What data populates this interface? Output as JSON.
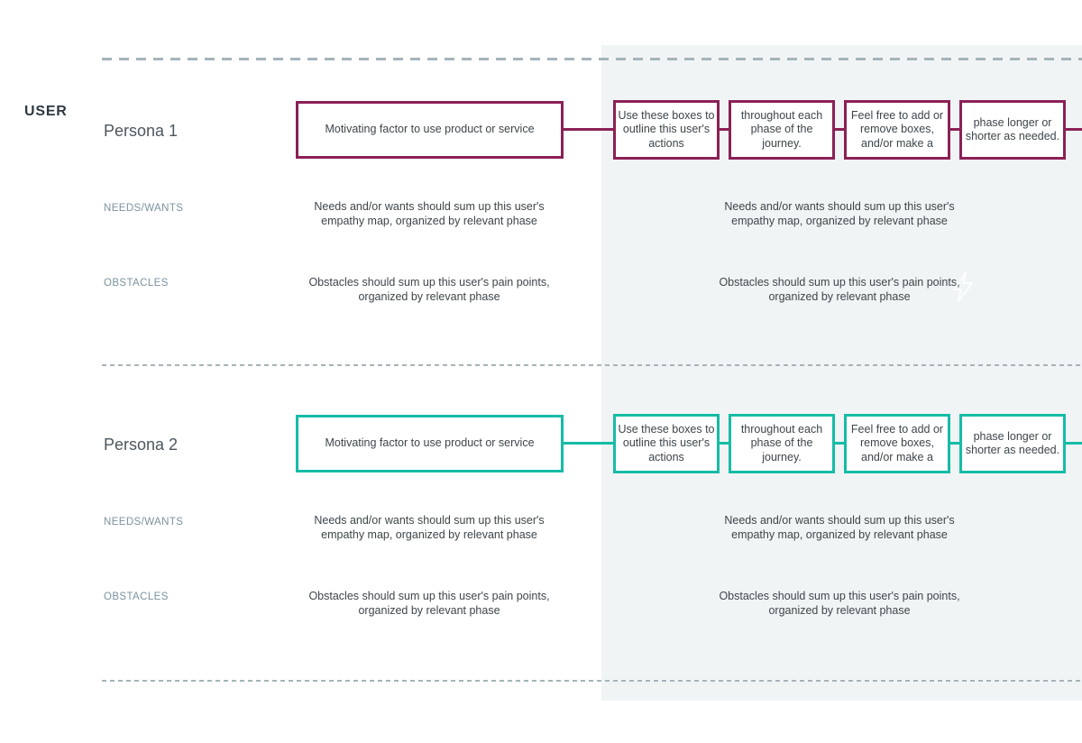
{
  "colors": {
    "shaded_column_bg": "#f1f4f5",
    "dashed_line": "#a5b4bb",
    "body_text": "#3d454b",
    "row_label_text": "#7b929f",
    "persona1_accent": "#8b2156",
    "persona2_accent": "#16bca6"
  },
  "header": {
    "user_label": "USER"
  },
  "icons": {
    "lightning": "lightning-bolt-cursor"
  },
  "personas": [
    {
      "name": "Persona 1",
      "accent": "#8b2156",
      "motivating_box": "Motivating factor to use product or service",
      "action_boxes": [
        "Use these boxes to outline this user's actions",
        "throughout each phase of the journey.",
        "Feel free to add or remove boxes, and/or make a",
        "phase longer or shorter as needed."
      ],
      "needs_label": "NEEDS/WANTS",
      "needs_text": "Needs and/or wants should sum up this user's empathy map, organized by relevant phase",
      "obstacles_label": "OBSTACLES",
      "obstacles_text": "Obstacles should sum up this user's pain points, organized by relevant phase"
    },
    {
      "name": "Persona 2",
      "accent": "#16bca6",
      "motivating_box": "Motivating factor to use product or service",
      "action_boxes": [
        "Use these boxes to outline this user's actions",
        "throughout each phase of the journey.",
        "Feel free to add or remove boxes, and/or make a",
        "phase longer or shorter as needed."
      ],
      "needs_label": "NEEDS/WANTS",
      "needs_text": "Needs and/or wants should sum up this user's empathy map, organized by relevant phase",
      "obstacles_label": "OBSTACLES",
      "obstacles_text": "Obstacles should sum up this user's pain points, organized by relevant phase"
    }
  ]
}
